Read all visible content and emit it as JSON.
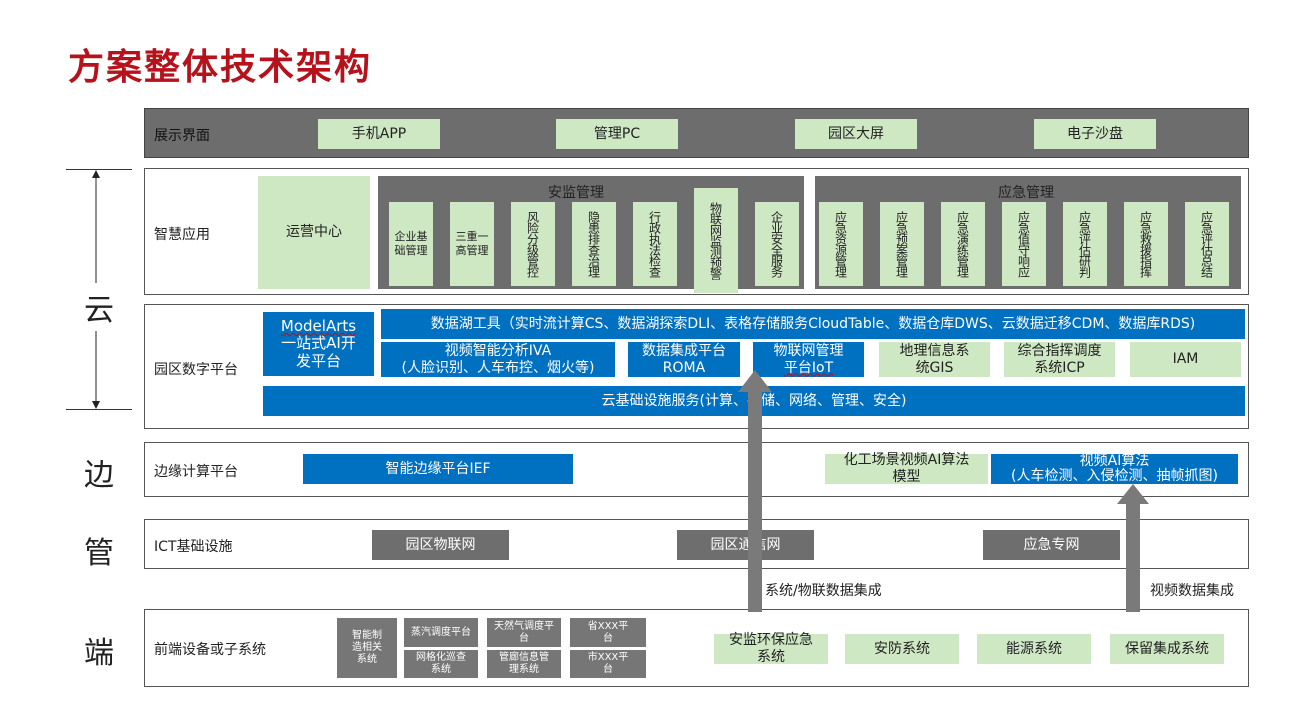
{
  "title": "方案整体技术架构",
  "side_labels": {
    "cloud": "云",
    "edge": "边",
    "pipe": "管",
    "end": "端"
  },
  "display": {
    "label": "展示界面",
    "items": [
      "手机APP",
      "管理PC",
      "园区大屏",
      "电子沙盘"
    ]
  },
  "smart_app": {
    "label": "智慧应用",
    "ops_center": "运营中心",
    "security": {
      "title": "安监管理",
      "items": [
        "企业基础管理",
        "三重一高管理",
        "风险分级管控",
        "隐患排查治理",
        "行政执法检查",
        "物联网监测预警",
        "企业安全服务"
      ]
    },
    "emergency": {
      "title": "应急管理",
      "items": [
        "应急资源管理",
        "应急预案管理",
        "应急演练管理",
        "应急值守响应",
        "应急评估研判",
        "应急救援指挥",
        "应急评估总结"
      ]
    }
  },
  "digital_platform": {
    "label": "园区数字平台",
    "modelarts_1": "ModelArts",
    "modelarts_2": "一站式AI开发平台",
    "datalake": "数据湖工具（实时流计算CS、数据湖探索DLI、表格存储服务CloudTable、数据仓库DWS、云数据迁移CDM、数据库RDS)",
    "iva_1": "视频智能分析IVA",
    "iva_2": "(人脸识别、人车布控、烟火等)",
    "roma": "数据集成平台ROMA",
    "iot_1": "物联网管理",
    "iot_2": "平台IoT",
    "gis": "地理信息系统GIS",
    "icp": "综合指挥调度系统ICP",
    "iam": "IAM",
    "infra": "云基础设施服务(计算、存储、网络、管理、安全)"
  },
  "edge": {
    "label": "边缘计算平台",
    "ief": "智能边缘平台IEF",
    "chem": "化工场景视频AI算法模型",
    "algo_1": "视频AI算法",
    "algo_2": "(人车检测、入侵检测、抽帧抓图)"
  },
  "ict": {
    "label": "ICT基础设施",
    "items": [
      "园区物联网",
      "园区通信网",
      "应急专网"
    ]
  },
  "notes": {
    "system": "系统/物联数据集成",
    "video": "视频数据集成"
  },
  "frontend": {
    "label": "前端设备或子系统",
    "small_tall": "智能制造相关系统",
    "small_grid": [
      "蒸汽调度平台",
      "天然气调度平台",
      "省XXX平台",
      "网格化巡查系统",
      "管廊信息管理系统",
      "市XXX平台"
    ],
    "green_items": [
      "安监环保应急系统",
      "安防系统",
      "能源系统",
      "保留集成系统"
    ]
  },
  "colors": {
    "title": "#b5121b",
    "blue": "#0070c0",
    "green": "#cfe8c4",
    "gray": "#6d6d6d"
  }
}
